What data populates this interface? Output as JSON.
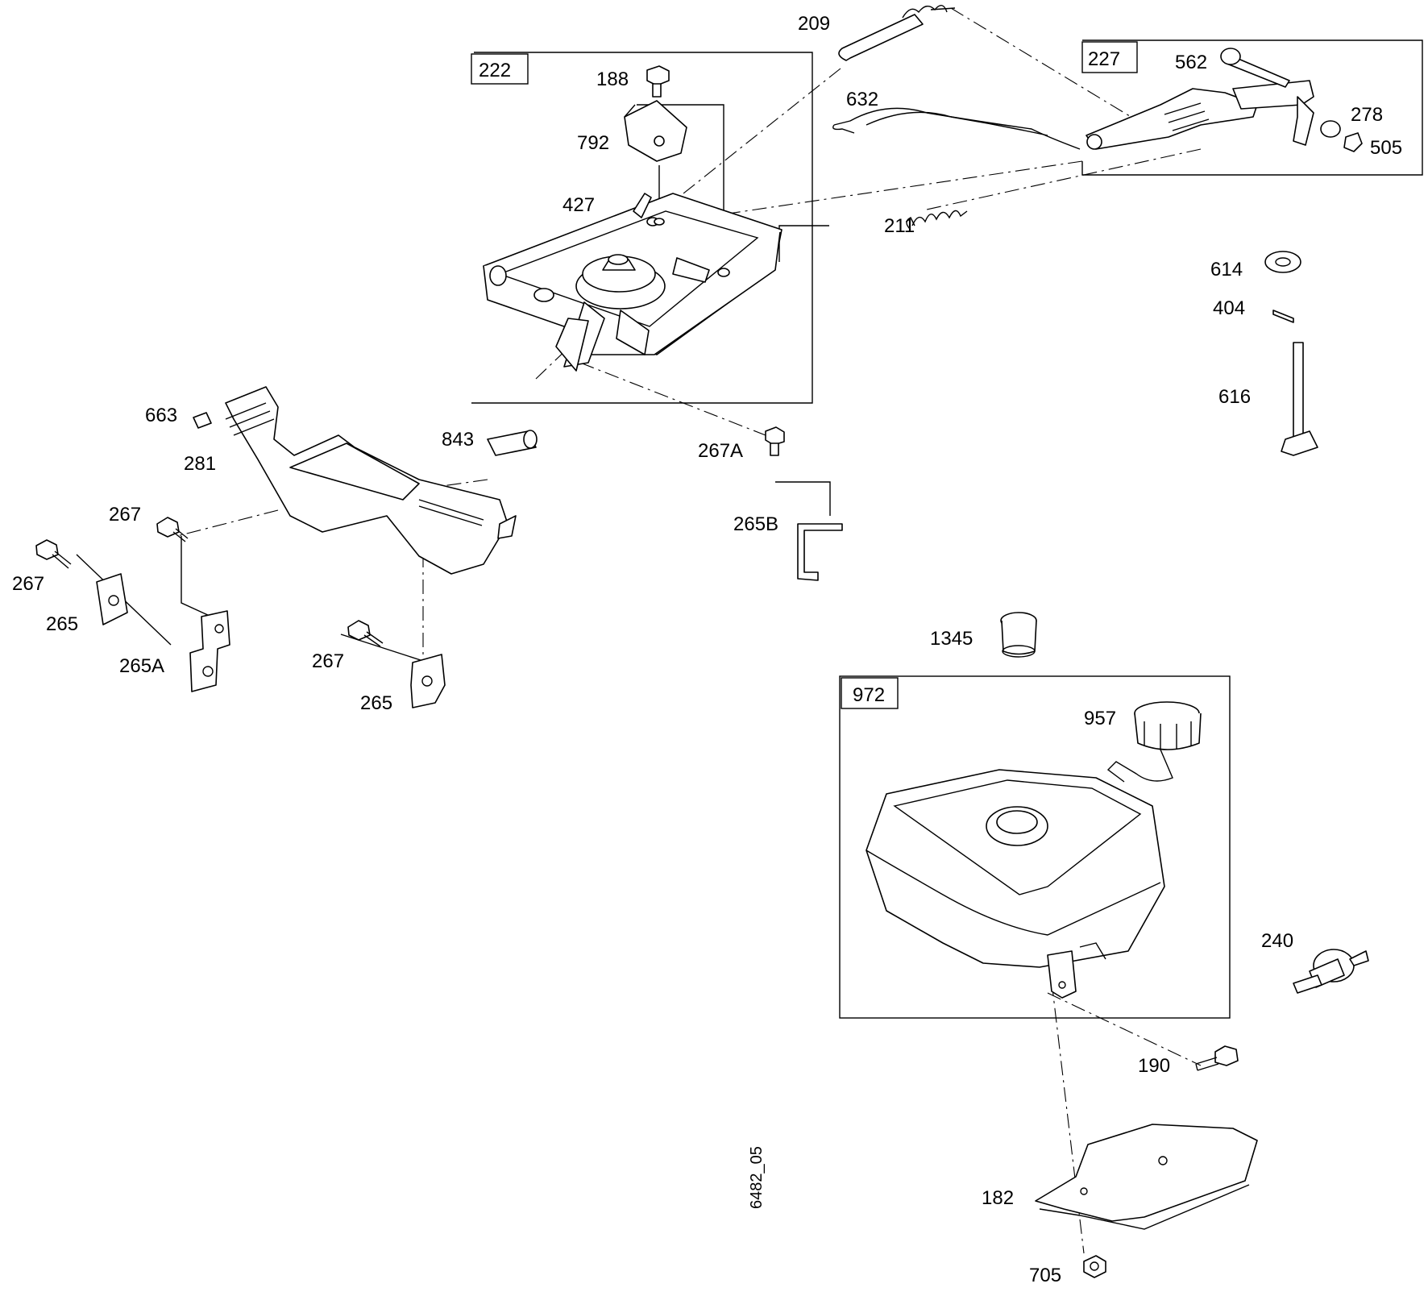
{
  "diagram": {
    "drawing_code": "6482_05",
    "groups": [
      {
        "id": "g222",
        "label": "222"
      },
      {
        "id": "g227",
        "label": "227"
      },
      {
        "id": "g972",
        "label": "972"
      }
    ],
    "callouts": [
      {
        "id": "c209",
        "label": "209"
      },
      {
        "id": "c562",
        "label": "562"
      },
      {
        "id": "c188",
        "label": "188"
      },
      {
        "id": "c632",
        "label": "632"
      },
      {
        "id": "c278",
        "label": "278"
      },
      {
        "id": "c505",
        "label": "505"
      },
      {
        "id": "c792",
        "label": "792"
      },
      {
        "id": "c427",
        "label": "427"
      },
      {
        "id": "c211",
        "label": "211"
      },
      {
        "id": "c614",
        "label": "614"
      },
      {
        "id": "c404",
        "label": "404"
      },
      {
        "id": "c616",
        "label": "616"
      },
      {
        "id": "c663",
        "label": "663"
      },
      {
        "id": "c843",
        "label": "843"
      },
      {
        "id": "c267A",
        "label": "267A"
      },
      {
        "id": "c281",
        "label": "281"
      },
      {
        "id": "c267a",
        "label": "267"
      },
      {
        "id": "c265B",
        "label": "265B"
      },
      {
        "id": "c267b",
        "label": "267"
      },
      {
        "id": "c265a",
        "label": "265"
      },
      {
        "id": "c265A",
        "label": "265A"
      },
      {
        "id": "c267c",
        "label": "267"
      },
      {
        "id": "c265b",
        "label": "265"
      },
      {
        "id": "c1345",
        "label": "1345"
      },
      {
        "id": "c957",
        "label": "957"
      },
      {
        "id": "c240",
        "label": "240"
      },
      {
        "id": "c190",
        "label": "190"
      },
      {
        "id": "c182",
        "label": "182"
      },
      {
        "id": "c705",
        "label": "705"
      }
    ]
  }
}
